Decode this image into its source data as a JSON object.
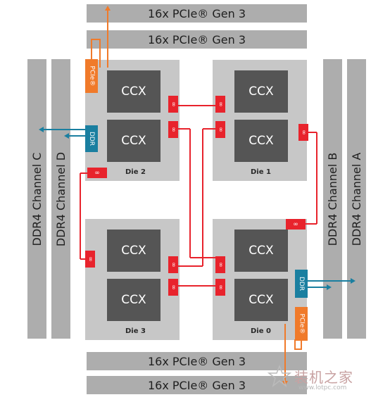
{
  "pcie_slots": [
    "16x PCIe® Gen 3",
    "16x PCIe® Gen 3",
    "16x PCIe® Gen 3",
    "16x PCIe® Gen 3"
  ],
  "ddr_channels": {
    "c": "DDR4 Channel C",
    "d": "DDR4 Channel D",
    "b": "DDR4 Channel B",
    "a": "DDR4 Channel A"
  },
  "ccx_label": "CCX",
  "dies": {
    "die2": "Die 2",
    "die1": "Die 1",
    "die3": "Die 3",
    "die0": "Die 0"
  },
  "tags": {
    "pcie": "PCIe®",
    "ddr": "DDR",
    "link": "∞"
  },
  "watermark": {
    "name": "装机之家",
    "url": "www.lotpc.com"
  },
  "colors": {
    "bar": "#adadad",
    "die": "#c7c7c7",
    "ccx": "#555555",
    "pcie_link": "#f07a2a",
    "ddr_link": "#1a7fa0",
    "fabric": "#e8232c"
  }
}
